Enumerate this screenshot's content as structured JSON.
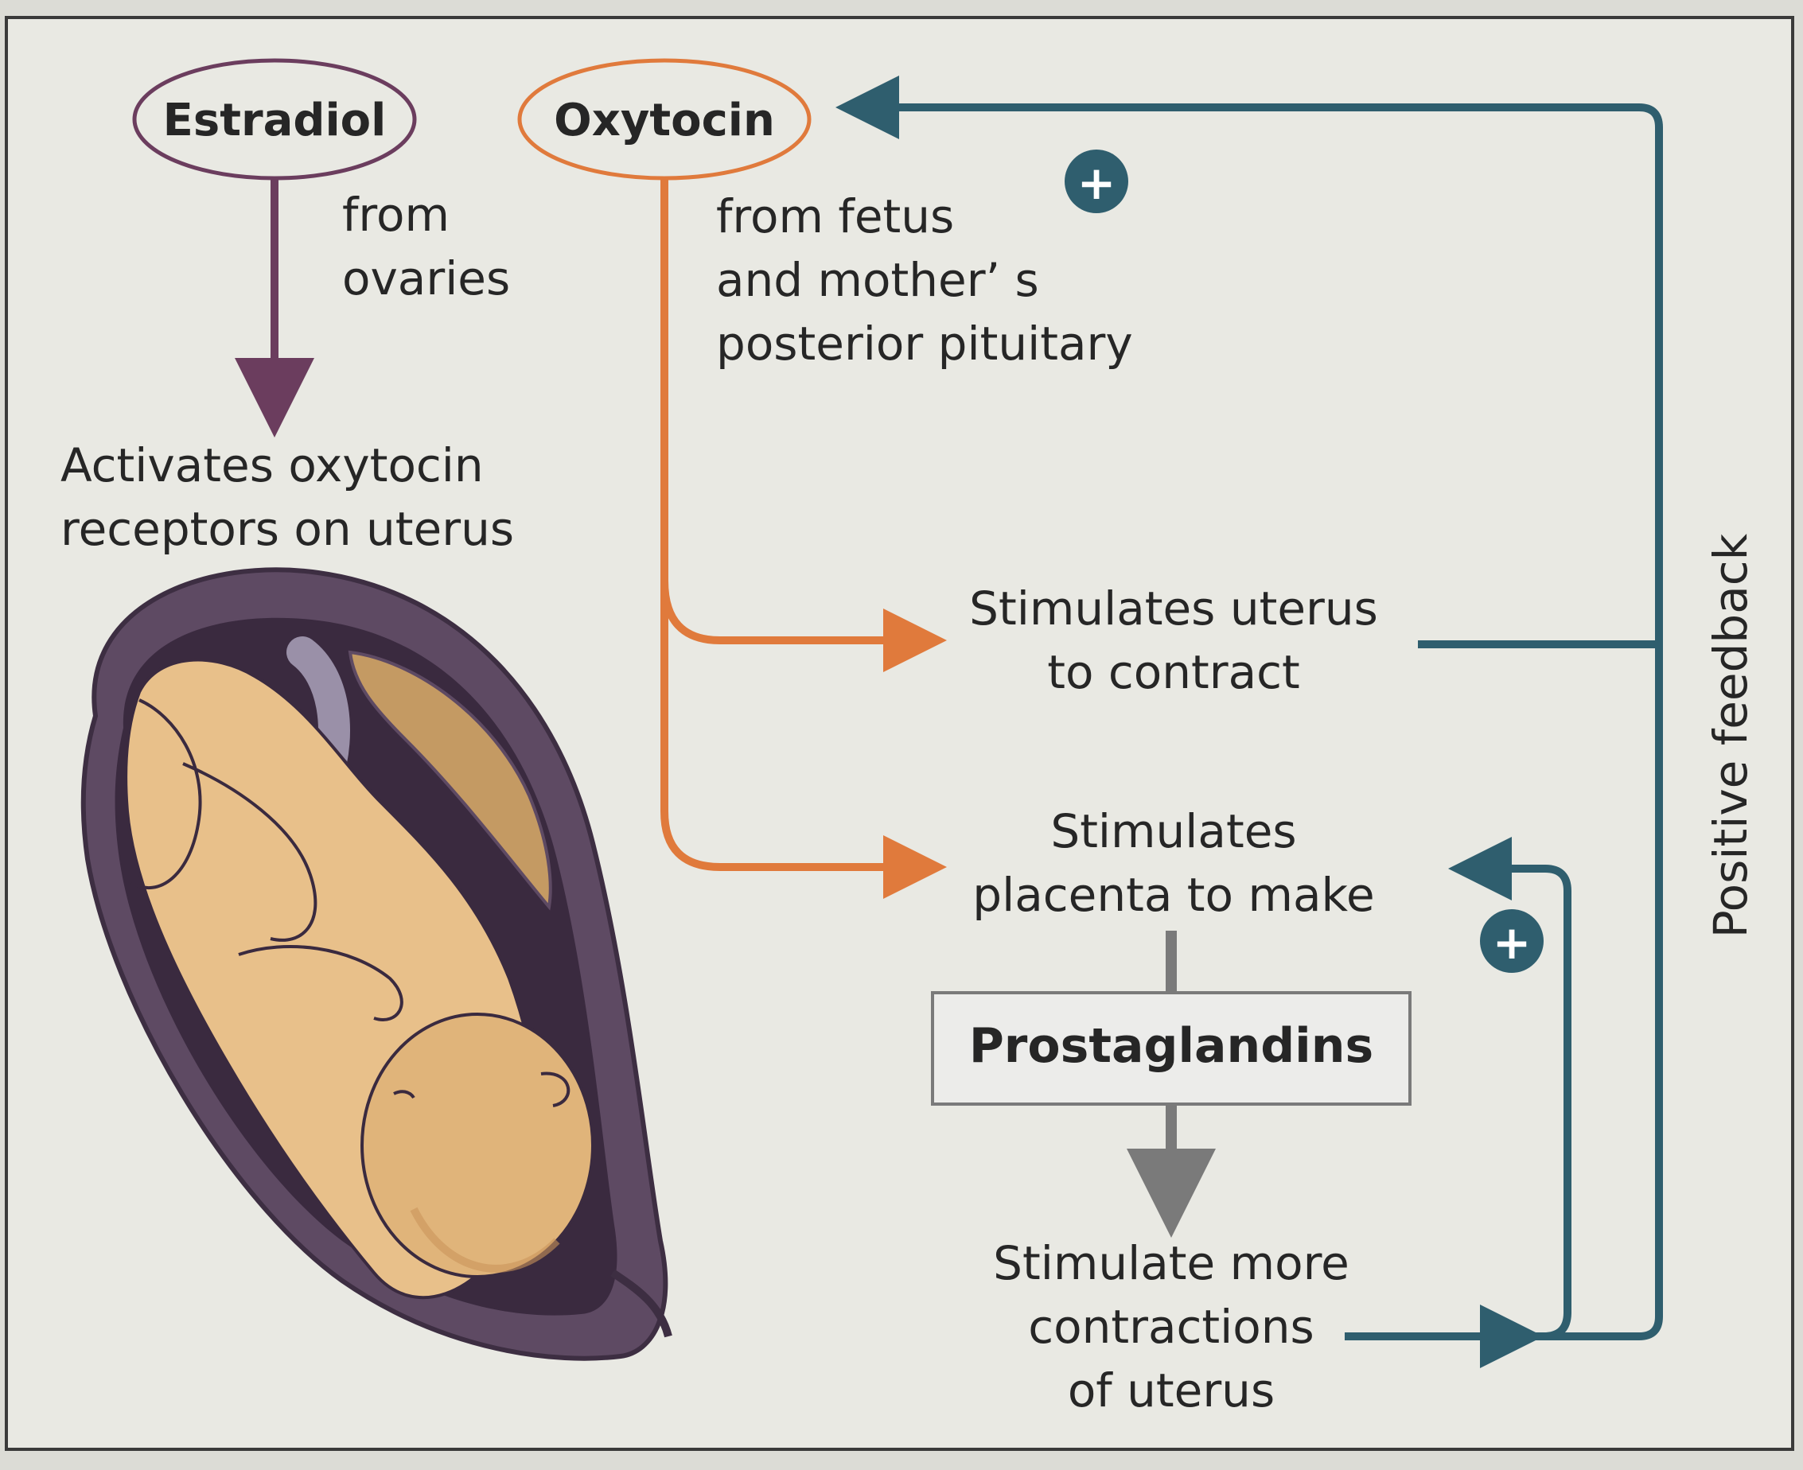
{
  "hormones": {
    "estradiol": {
      "name": "Estradiol",
      "source_line1": "from",
      "source_line2": "ovaries",
      "effect_line1": "Activates oxytocin",
      "effect_line2": "receptors on uterus"
    },
    "oxytocin": {
      "name": "Oxytocin",
      "source_line1": "from fetus",
      "source_line2": "and mother’ s",
      "source_line3": "posterior pituitary"
    }
  },
  "effects": {
    "contract_line1": "Stimulates uterus",
    "contract_line2": "to contract",
    "placenta_line1": "Stimulates",
    "placenta_line2": "placenta to make"
  },
  "prostaglandins": {
    "label": "Prostaglandins"
  },
  "outcome": {
    "line1": "Stimulate more",
    "line2": "contractions",
    "line3": "of uterus"
  },
  "feedback": {
    "label": "Positive feedback",
    "plus_symbol": "+"
  },
  "colors": {
    "estradiol": "#6b3d5e",
    "oxytocin": "#e07a3c",
    "feedback": "#2f5e6e",
    "prostaglandin_arrow": "#7a7a7a",
    "uterus_wall": "#5e4a63",
    "fetus_skin": "#e8c08a",
    "placenta": "#9a90a8",
    "background": "#e9e9e3"
  },
  "icons": {
    "fetus_illustration": "fetus-in-uterus-illustration",
    "feedback_plus": "plus-circle-icon"
  }
}
